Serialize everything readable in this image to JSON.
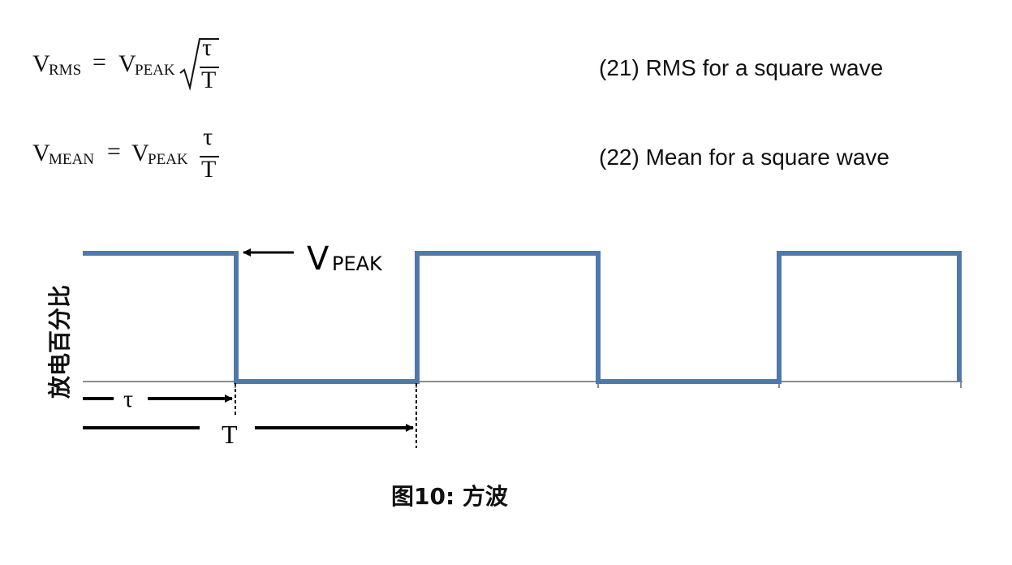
{
  "equations": {
    "rms": {
      "lhs_v": "V",
      "lhs_sub": "RMS",
      "eq": "=",
      "rhs_v": "V",
      "rhs_sub": "PEAK",
      "numerator": "τ",
      "denominator": "T",
      "description": "(21) RMS for a square wave"
    },
    "mean": {
      "lhs_v": "V",
      "lhs_sub": "MEAN",
      "eq": "=",
      "rhs_v": "V",
      "rhs_sub": "PEAK",
      "numerator": "τ",
      "denominator": "T",
      "description": "(22) Mean for a square wave"
    }
  },
  "diagram": {
    "y_axis_label": "放电百分比",
    "peak_label_v": "V",
    "peak_label_sub": "PEAK",
    "tau_label": "τ",
    "period_label": "T",
    "colors": {
      "wave": "#4f79ad",
      "axis": "#8c8c8c",
      "arrows": "#000000"
    }
  },
  "caption": "图10: 方波"
}
